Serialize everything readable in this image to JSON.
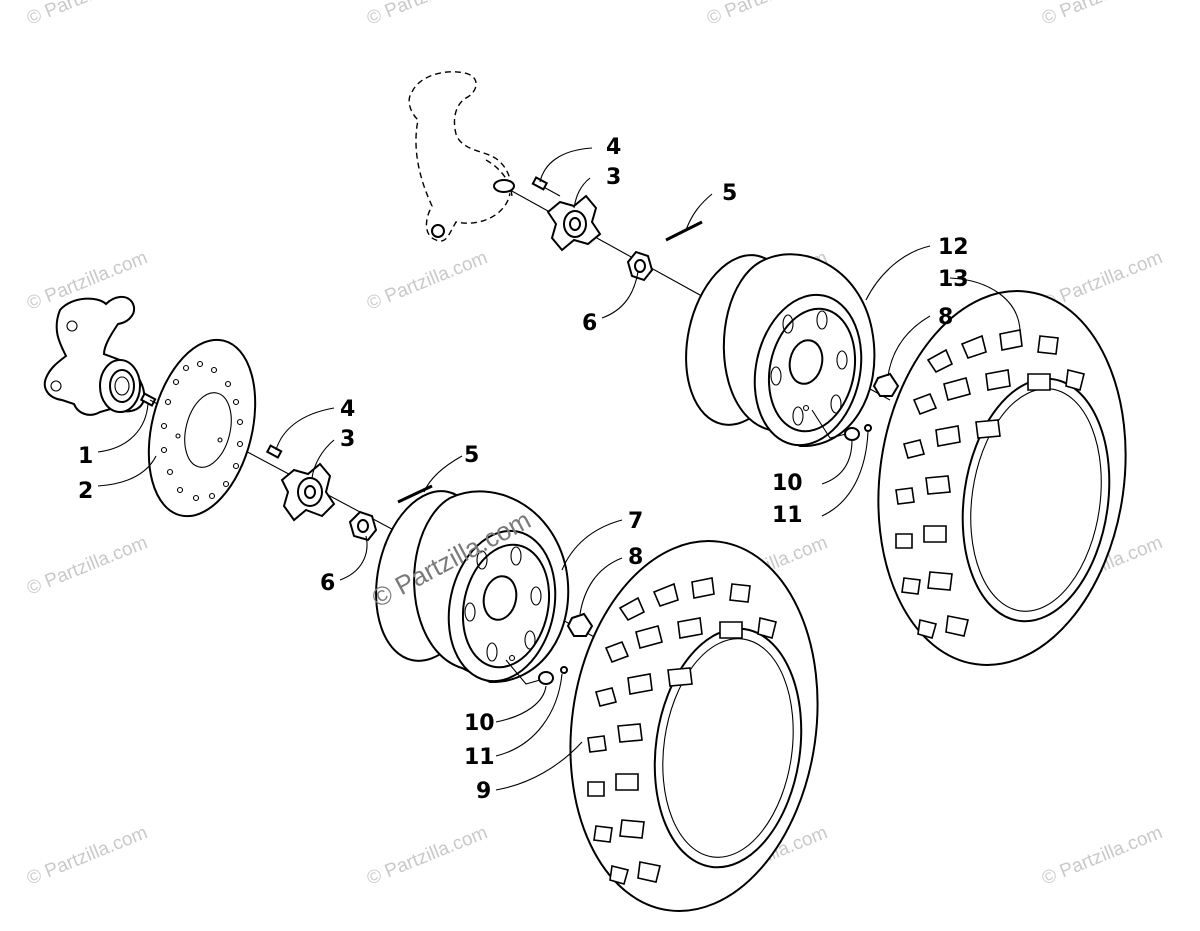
{
  "watermark": {
    "text": "© Partzilla.com",
    "center_text": "© Partzilla.com"
  },
  "callouts": [
    {
      "id": "c1",
      "label": "1"
    },
    {
      "id": "c2",
      "label": "2"
    },
    {
      "id": "c3a",
      "label": "3"
    },
    {
      "id": "c4a",
      "label": "4"
    },
    {
      "id": "c5a",
      "label": "5"
    },
    {
      "id": "c6a",
      "label": "6"
    },
    {
      "id": "c7",
      "label": "7"
    },
    {
      "id": "c8a",
      "label": "8"
    },
    {
      "id": "c9",
      "label": "9"
    },
    {
      "id": "c10a",
      "label": "10"
    },
    {
      "id": "c11a",
      "label": "11"
    },
    {
      "id": "c3b",
      "label": "3"
    },
    {
      "id": "c4b",
      "label": "4"
    },
    {
      "id": "c5b",
      "label": "5"
    },
    {
      "id": "c6b",
      "label": "6"
    },
    {
      "id": "c8b",
      "label": "8"
    },
    {
      "id": "c10b",
      "label": "10"
    },
    {
      "id": "c11b",
      "label": "11"
    },
    {
      "id": "c12",
      "label": "12"
    },
    {
      "id": "c13",
      "label": "13"
    }
  ]
}
